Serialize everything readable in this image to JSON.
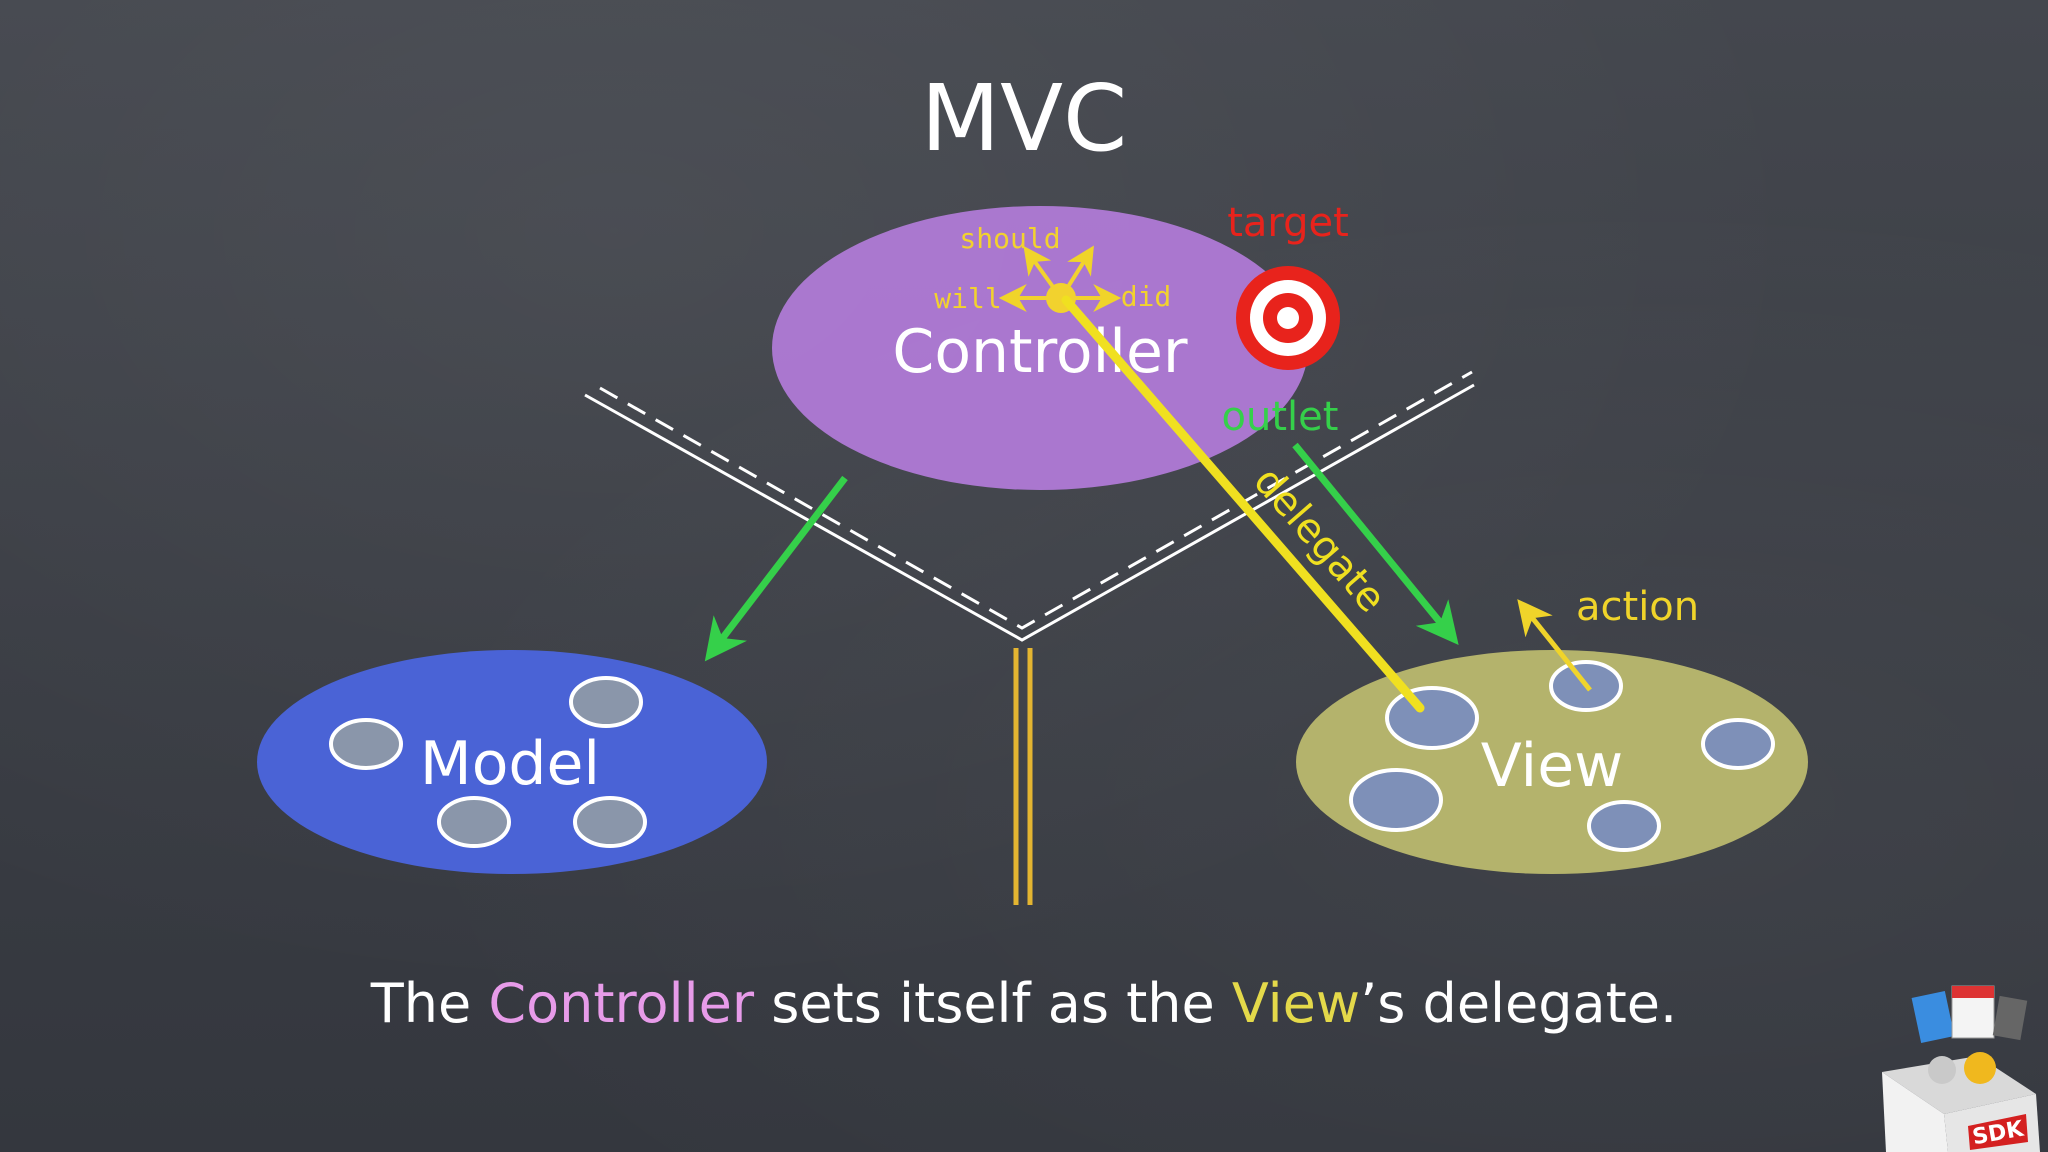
{
  "slide": {
    "title": "MVC",
    "caption": {
      "part1": "The ",
      "controller_word": "Controller",
      "part2": " sets itself as the ",
      "view_word": "View",
      "part3": "’s delegate."
    }
  },
  "nodes": {
    "controller": {
      "label": "Controller",
      "color": "#b07ad6"
    },
    "model": {
      "label": "Model",
      "color": "#4a63d6"
    },
    "view": {
      "label": "View",
      "color": "#b4b36c"
    }
  },
  "controller_messages": {
    "should": "should",
    "will": "will",
    "did": "did"
  },
  "connections": {
    "target": {
      "label": "target",
      "color": "#e8231c"
    },
    "outlet": {
      "label": "outlet",
      "color": "#35d04a"
    },
    "delegate": {
      "label": "delegate",
      "color": "#f0e020"
    },
    "action": {
      "label": "action",
      "color": "#f0d42a"
    }
  },
  "badge": {
    "label": "SDK",
    "icon": "sdk-box-icon"
  }
}
